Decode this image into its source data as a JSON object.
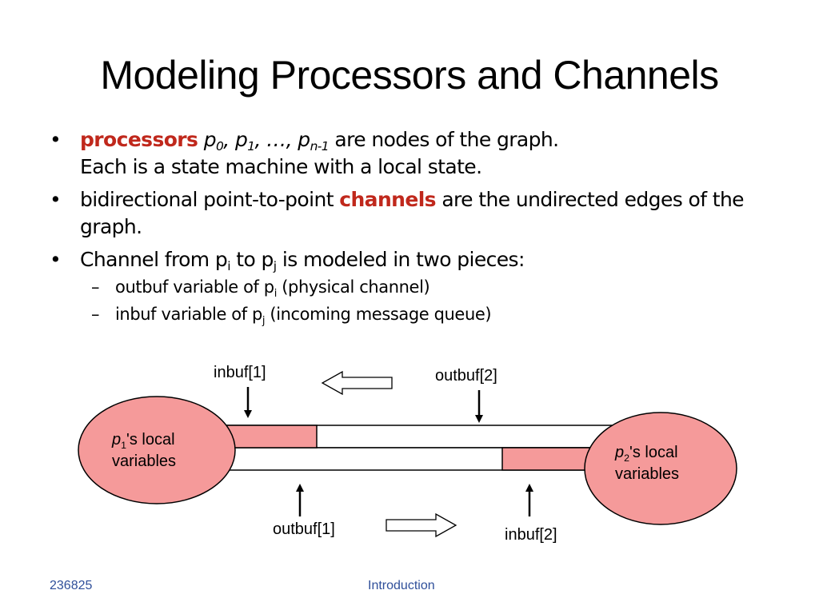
{
  "title": "Modeling Processors and Channels",
  "bullets": {
    "b1": {
      "keyword": "processors",
      "p": "p",
      "sub0": "0",
      "sep1": ", ",
      "sub1": "1",
      "ellipsis": ", …, ",
      "subn": "n-1",
      "text": " are nodes of the graph.",
      "line2": "Each is a state machine with a local state."
    },
    "b2": {
      "pre": "bidirectional point-to-point ",
      "keyword": "channels",
      "post": " are the undirected edges of the graph."
    },
    "b3": {
      "pre": "Channel from p",
      "sub_i": "i",
      "mid": " to p",
      "sub_j": "j",
      "post": " is modeled in two pieces:"
    },
    "sub_items": [
      {
        "pre": "outbuf variable of p",
        "sub": "i",
        "post": " (physical channel)"
      },
      {
        "pre": "inbuf variable of p",
        "sub": "j",
        "post": " (incoming message queue)"
      }
    ]
  },
  "diagram": {
    "label_inbuf1": "inbuf[1]",
    "label_outbuf2": "outbuf[2]",
    "label_outbuf1": "outbuf[1]",
    "label_inbuf2": "inbuf[2]",
    "node1": {
      "p": "p",
      "sub": "1",
      "suffix": "'s local",
      "line2": "variables"
    },
    "node2": {
      "p": "p",
      "sub": "2",
      "suffix": "'s local",
      "line2": "variables"
    },
    "colors": {
      "fill": "#f59a9a",
      "stroke": "#000000"
    }
  },
  "footer": {
    "left": "236825",
    "center": "Introduction"
  }
}
